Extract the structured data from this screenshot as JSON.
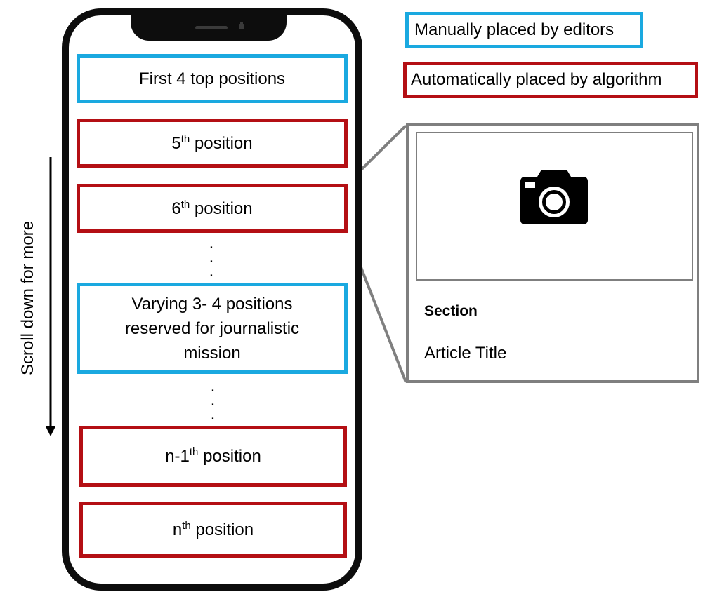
{
  "legend": {
    "manual": "Manually placed by editors",
    "auto": "Automatically placed by algorithm"
  },
  "scroll_label": "Scroll down for more",
  "positions": {
    "first": "First 4 top positions",
    "fifth_num": "5",
    "fifth_sup": "th",
    "fifth_rest": " position",
    "sixth_num": "6",
    "sixth_sup": "th",
    "sixth_rest": " position",
    "varying": "Varying 3- 4 positions reserved for journalistic mission",
    "n1_num": "n-1",
    "n1_sup": "th",
    "n1_rest": " position",
    "n_num": "n",
    "n_sup": "th",
    "n_rest": " position"
  },
  "card": {
    "section": "Section",
    "title": "Article Title",
    "image_icon": "camera-icon"
  },
  "colors": {
    "manual": "#1aa9e0",
    "auto": "#b40f14",
    "card_border": "#7f7f7f"
  }
}
